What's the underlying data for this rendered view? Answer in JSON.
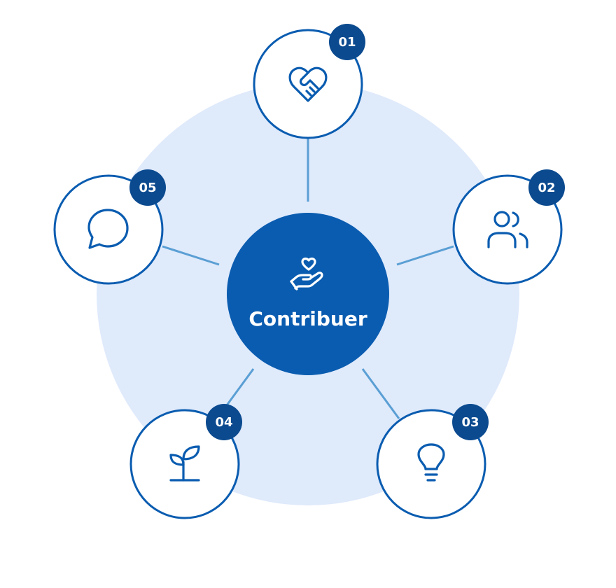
{
  "colors": {
    "background": "#ffffff",
    "halo": "#dfeafb",
    "primary": "#0a5cb0",
    "badge": "#0b4a8f",
    "connector": "#5a9fd4",
    "node_fill": "#ffffff",
    "text_on_dark": "#ffffff"
  },
  "center": {
    "label": "Contribuer",
    "icon": "hand-heart-icon"
  },
  "nodes": [
    {
      "number": "01",
      "icon": "heart-handshake-icon"
    },
    {
      "number": "02",
      "icon": "users-icon"
    },
    {
      "number": "03",
      "icon": "lightbulb-icon"
    },
    {
      "number": "04",
      "icon": "sprout-icon"
    },
    {
      "number": "05",
      "icon": "message-circle-icon"
    }
  ]
}
